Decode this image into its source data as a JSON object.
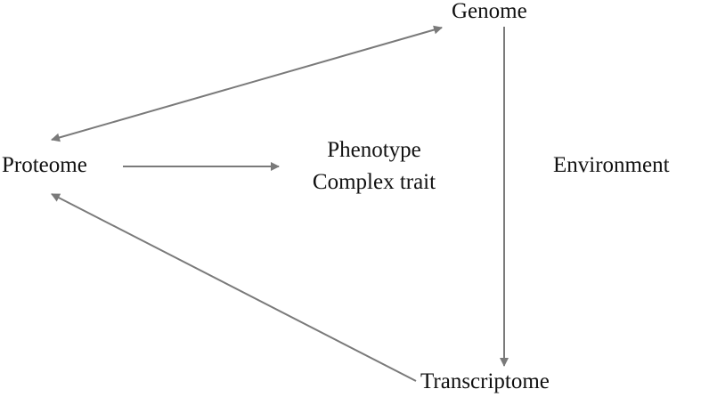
{
  "nodes": {
    "genome": "Genome",
    "proteome": "Proteome",
    "phenotype_line1": "Phenotype",
    "phenotype_line2": "Complex trait",
    "environment": "Environment",
    "transcriptome": "Transcriptome"
  },
  "colors": {
    "arrow": "#7a7a7a",
    "text": "#111111"
  }
}
